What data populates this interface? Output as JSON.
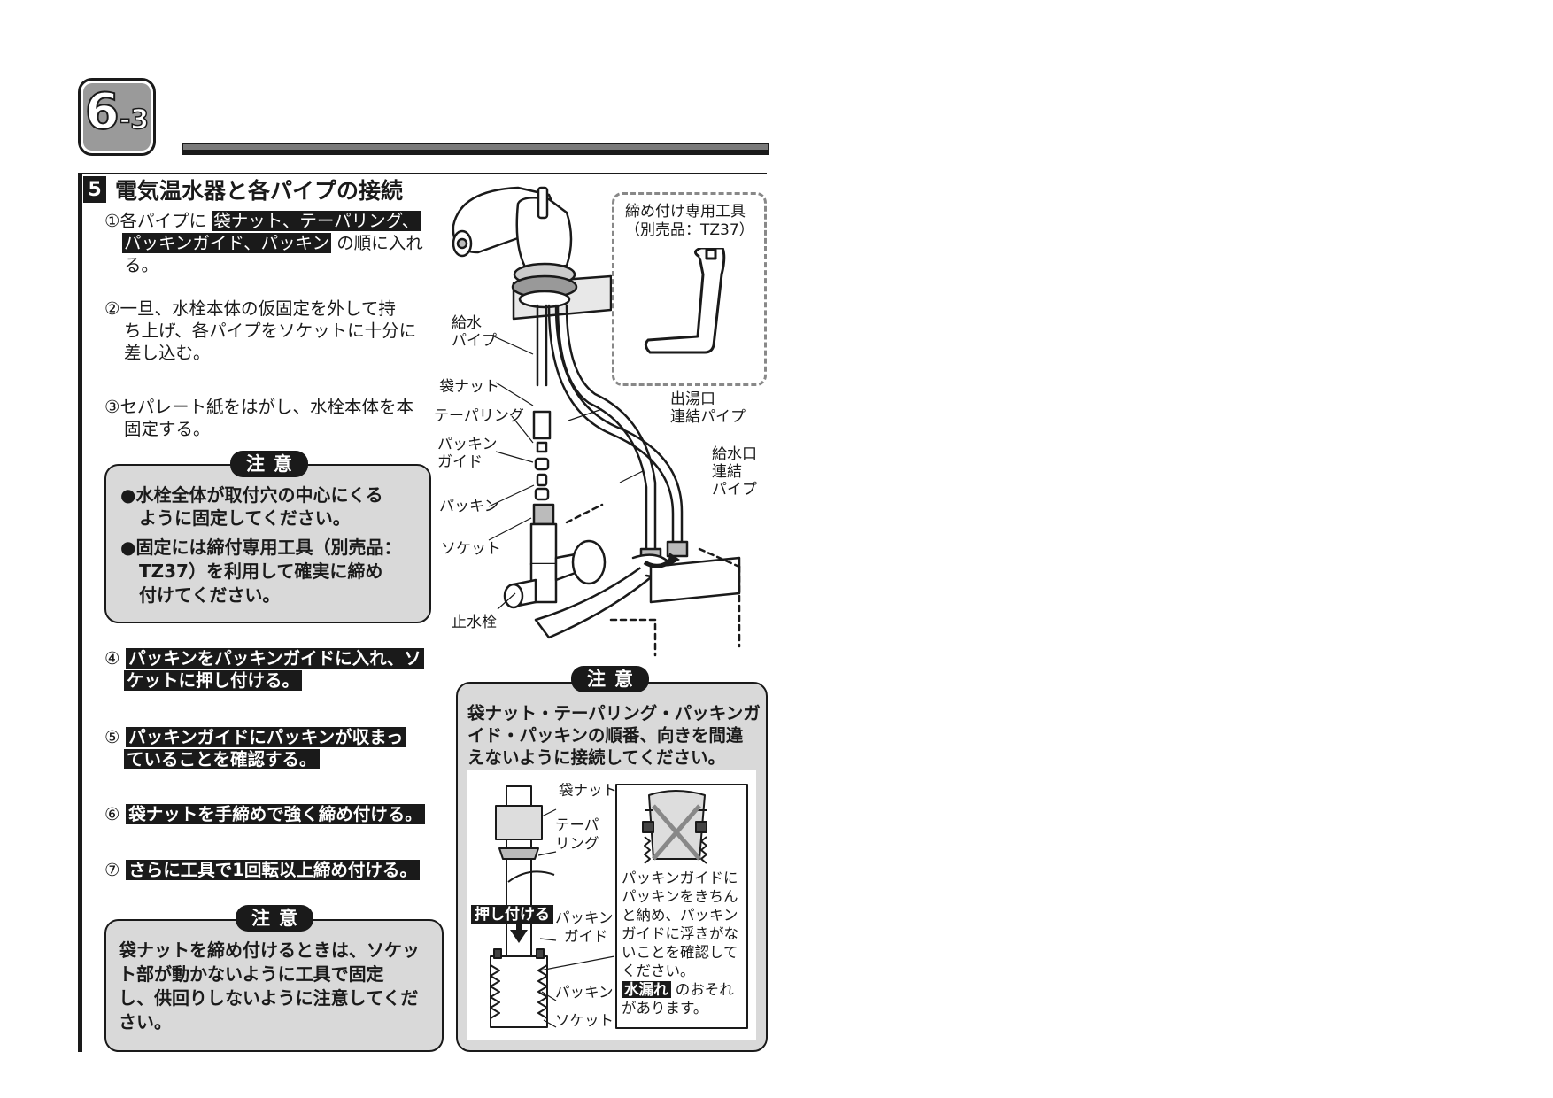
{
  "chapter": {
    "number": "6",
    "sub": "-3"
  },
  "section": {
    "number": "5",
    "title": "電気温水器と各パイプの接続"
  },
  "steps_top": [
    {
      "num": "①",
      "line1_pre": "各パイプに",
      "line1_hl": "袋ナット、テーパリング、",
      "line2_hl": "パッキンガイド、パッキン",
      "line2_post": "の順に入れ",
      "line3": "る。"
    },
    {
      "num": "②",
      "line1": "一旦、水栓本体の仮固定を外して持",
      "line2": "ち上げ、各パイプをソケットに十分に",
      "line3": "差し込む。"
    },
    {
      "num": "③",
      "line1": "セパレート紙をはがし、水栓本体を本",
      "line2": "固定する。"
    }
  ],
  "note1": {
    "tag": "注意",
    "bullet1_line1": "●水栓全体が取付穴の中心にくる",
    "bullet1_line2": "ように固定してください。",
    "bullet2_line1": "●固定には締付専用工具（別売品：",
    "bullet2_line2": "TZ37）を利用して確実に締め",
    "bullet2_line3": "付けてください。"
  },
  "steps_bottom": [
    {
      "num": "④",
      "line1": "パッキンをパッキンガイドに入れ、ソ",
      "line2": "ケットに押し付ける。"
    },
    {
      "num": "⑤",
      "line1": "パッキンガイドにパッキンが収まっ",
      "line2": "ていることを確認する。"
    },
    {
      "num": "⑥",
      "line1": "袋ナットを手締めで強く締め付ける。"
    },
    {
      "num": "⑦",
      "line1": "さらに工具で1回転以上締め付ける。"
    }
  ],
  "note3": {
    "tag": "注意",
    "line1": "袋ナットを締め付けるときは、ソケッ",
    "line2": "ト部が動かないように工具で固定",
    "line3": "し、供回りしないように注意してくだ",
    "line4": "さい。"
  },
  "diagram_labels": {
    "supply_pipe_1": "給水",
    "supply_pipe_2": "パイプ",
    "cap_nut": "袋ナット",
    "taper_ring": "テーパリング",
    "packing_guide_1": "パッキン",
    "packing_guide_2": "ガイド",
    "packing": "パッキン",
    "socket": "ソケット",
    "stop_valve": "止水栓",
    "hot_outlet_1": "出湯口",
    "hot_outlet_2": "連結パイプ",
    "water_inlet_1": "給水口",
    "water_inlet_2": "連結",
    "water_inlet_3": "パイプ"
  },
  "tool": {
    "line1": "締め付け専用工具",
    "line2": "（別売品：TZ37）"
  },
  "note2": {
    "tag": "注意",
    "line1": "袋ナット・テーパリング・パッキンガ",
    "line2": "イド・パッキンの順番、向きを間違",
    "line3": "えないように接続してください。"
  },
  "detail": {
    "cap_nut": "袋ナット",
    "taper_1": "テーパ",
    "taper_2": "リング",
    "push": "押し付ける",
    "guide_1": "パッキン",
    "guide_2": "ガイド",
    "packing": "パッキン",
    "socket": "ソケット",
    "caution_1": "パッキンガイドに",
    "caution_2": "パッキンをきちん",
    "caution_3": "と納め、パッキン",
    "caution_4": "ガイドに浮きがな",
    "caution_5": "いことを確認して",
    "caution_6": "ください。",
    "leak": "水漏れ",
    "leak_post": "のおそれ",
    "caution_8": "があります。"
  }
}
